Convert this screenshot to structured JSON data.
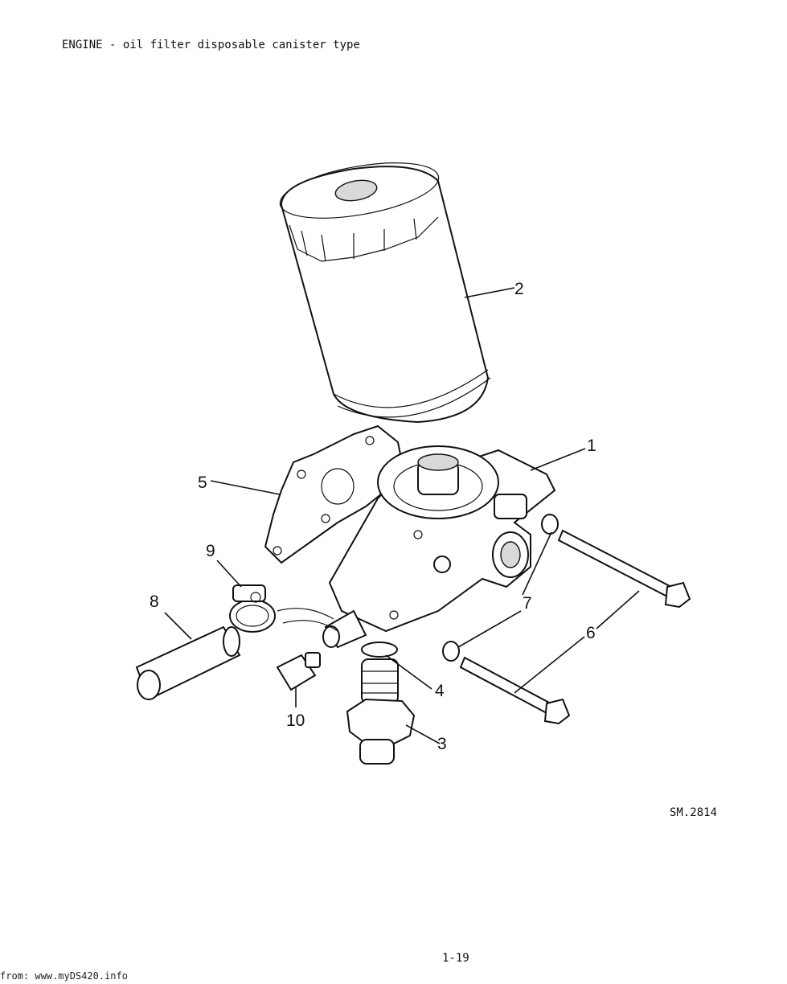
{
  "header": {
    "title": "ENGINE - oil filter disposable canister type"
  },
  "figure": {
    "ref": "SM.2814",
    "callouts": [
      "1",
      "2",
      "3",
      "4",
      "5",
      "6",
      "7",
      "8",
      "9",
      "10"
    ]
  },
  "footer": {
    "page_number": "1-19",
    "source": "from: www.myDS420.info"
  }
}
